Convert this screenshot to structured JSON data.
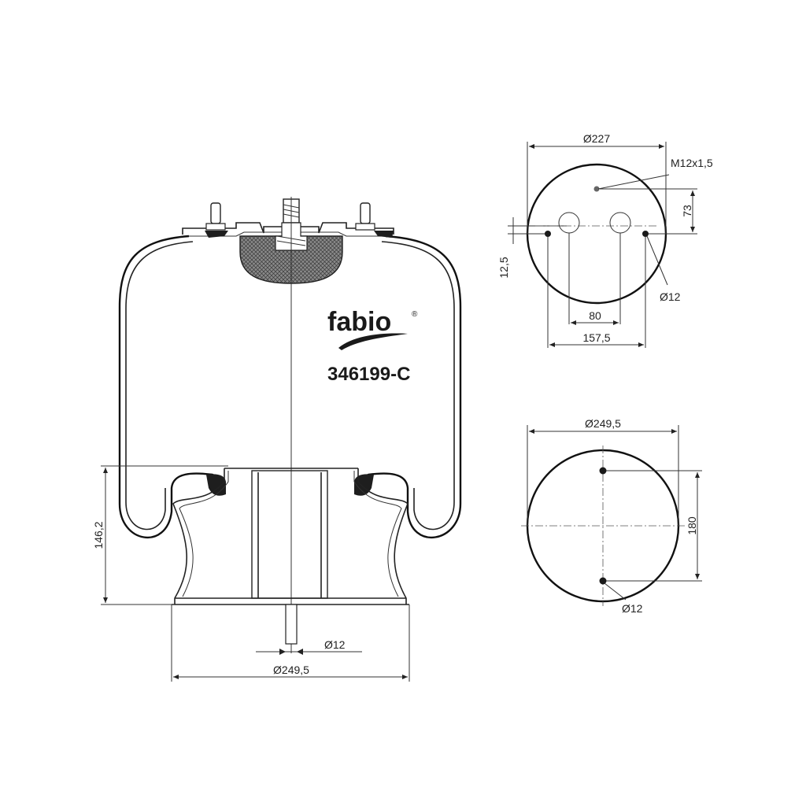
{
  "brand": {
    "logo": "fabio",
    "registered_mark": "®",
    "part_number": "346199-C"
  },
  "side_view": {
    "height_label": "146,2",
    "bottom_diameter_label": "Ø249,5",
    "bottom_pin_label": "Ø12"
  },
  "top_plate": {
    "diameter_label": "Ø227",
    "thread_label": "M12x1,5",
    "offset_73_label": "73",
    "offset_12_5_label": "12,5",
    "stud_spacing_80_label": "80",
    "hole_spacing_157_5_label": "157,5",
    "hole_diameter_label": "Ø12"
  },
  "bottom_plate": {
    "diameter_label": "Ø249,5",
    "hole_spacing_label": "180",
    "hole_diameter_label": "Ø12"
  },
  "colors": {
    "line": "#111111",
    "hatch": "#5a5a5a",
    "background": "#ffffff"
  }
}
